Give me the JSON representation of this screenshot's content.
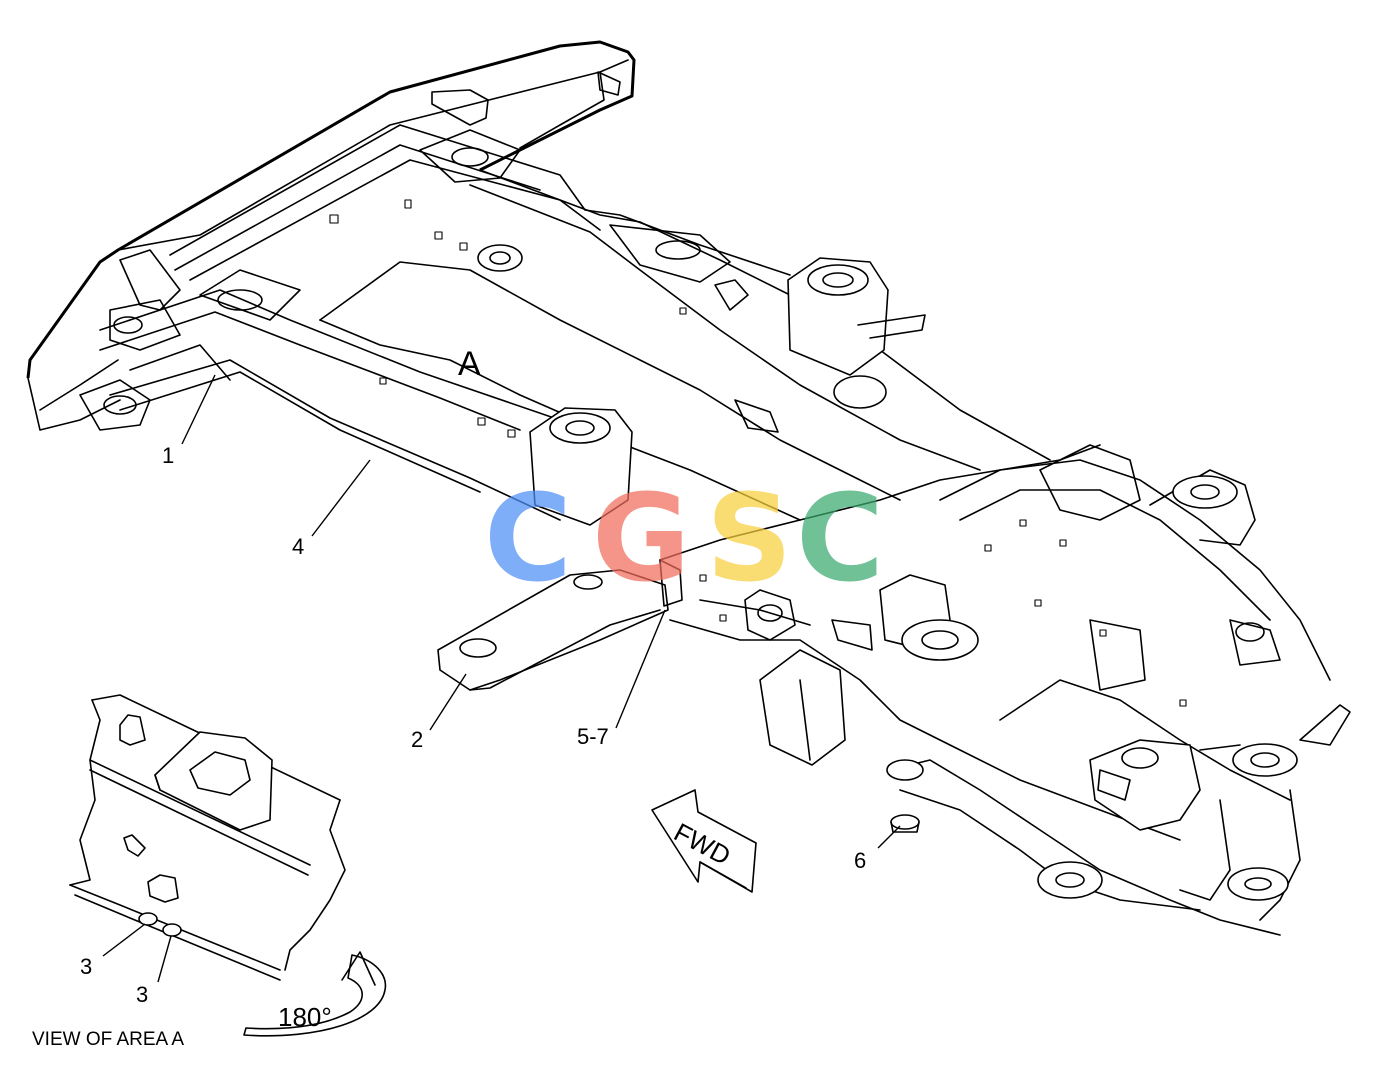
{
  "area_label": "A",
  "callouts": {
    "c1": "1",
    "c2": "2",
    "c3a": "3",
    "c3b": "3",
    "c4": "4",
    "c57": "5-7",
    "c6": "6"
  },
  "fwd_label": "FWD",
  "rotation_label": "180°",
  "view_caption": "VIEW OF AREA A",
  "watermark": {
    "letters": [
      "C",
      "G",
      "S",
      "C"
    ],
    "colors": [
      "#4f8ff7",
      "#f26b5b",
      "#f7cf3c",
      "#3aaa6e"
    ]
  }
}
